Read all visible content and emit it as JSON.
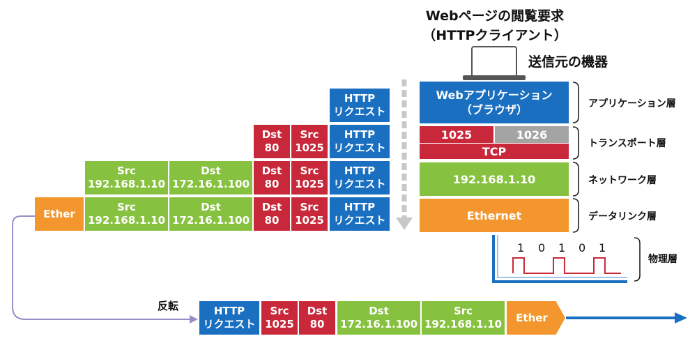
{
  "title": {
    "line1": "Webページの閲覧要求",
    "line2": "（HTTPクライアント）"
  },
  "device_label": "送信元の機器",
  "stack": {
    "application": {
      "line1": "Webアプリケーション",
      "line2": "（ブラウザ）"
    },
    "port_src": "1025",
    "port_dst": "1026",
    "tcp": "TCP",
    "network": "192.168.1.10",
    "ethernet": "Ethernet"
  },
  "layers": {
    "application": "アプリケーション層",
    "transport": "トランスポート層",
    "network": "ネットワーク層",
    "datalink": "データリンク層",
    "physical": "物理層"
  },
  "bits": [
    "1",
    "0",
    "1",
    "0",
    "1"
  ],
  "packet": {
    "http": {
      "line1": "HTTP",
      "line2": "リクエスト"
    },
    "src_port": {
      "line1": "Src",
      "line2": "1025"
    },
    "dst_port": {
      "line1": "Dst",
      "line2": "80"
    },
    "src_ip": {
      "line1": "Src",
      "line2": "192.168.1.10"
    },
    "dst_ip": {
      "line1": "Dst",
      "line2": "172.16.1.100"
    },
    "ether": "Ether"
  },
  "reverse_label": "反転",
  "colors": {
    "http": "#1a6fc0",
    "transport": "#c8283a",
    "network": "#86c23f",
    "datalink": "#f2962d",
    "port_dst": "#a4a4a4",
    "wire": "#1a6fc0",
    "signal": "#c8283a",
    "connector": "#9a8cc8"
  }
}
